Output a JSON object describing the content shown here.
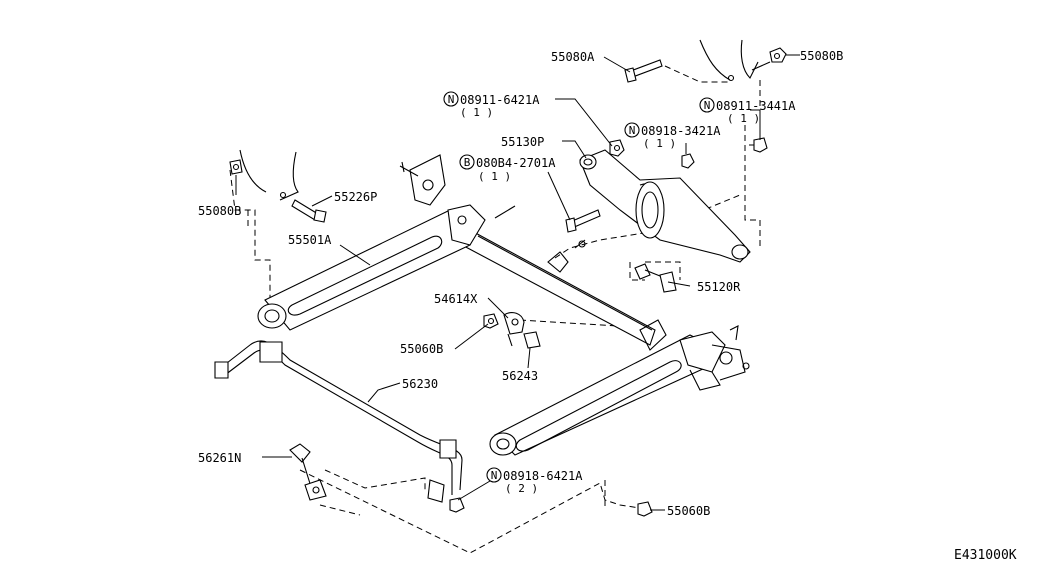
{
  "diagram_code": "E431000K",
  "labels": {
    "p55080A": "55080A",
    "p55080B_top": "55080B",
    "p08911_6421A": "08911-6421A",
    "p08911_6421A_qty": "( 1 )",
    "p08911_3441A": "08911-3441A",
    "p08911_3441A_qty": "( 1 )",
    "p55130P": "55130P",
    "p08918_3421A": "08918-3421A",
    "p08918_3421A_qty": "( 1 )",
    "p080B4_2701A": "080B4-2701A",
    "p080B4_2701A_qty": "( 1 )",
    "p55080B_left": "55080B",
    "p55226P": "55226P",
    "p55501A": "55501A",
    "p55120R": "55120R",
    "p54614X": "54614X",
    "p55060B_mid": "55060B",
    "p56243": "56243",
    "p56230": "56230",
    "p56261N": "56261N",
    "p08918_6421A": "08918-6421A",
    "p08918_6421A_qty": "( 2 )",
    "p55060B_bottom": "55060B"
  },
  "prefix_marks": {
    "N": "N",
    "B": "B"
  }
}
